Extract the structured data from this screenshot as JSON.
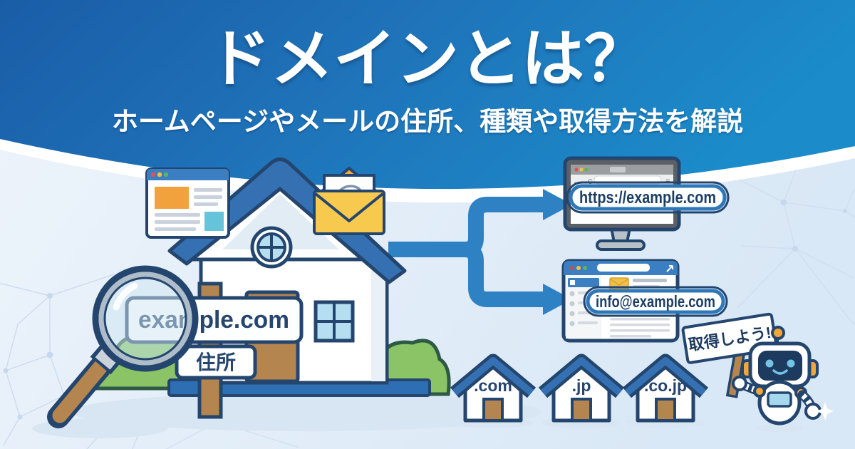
{
  "header": {
    "title": "ドメインとは？",
    "subtitle": "ホームページやメールの住所、種類や取得方法を解説"
  },
  "main_house": {
    "domain_sign": "example.com",
    "address_sign": "住所"
  },
  "browser_window": {
    "url_pill": "https://example.com",
    "nav_back": "←",
    "nav_forward": "→",
    "nav_reload": "C",
    "menu_icon": "≡"
  },
  "email_window": {
    "address_pill": "info@example.com"
  },
  "envelope": {
    "at_symbol": "@"
  },
  "domain_houses": [
    {
      "label": ".com"
    },
    {
      "label": ".jp"
    },
    {
      "label": ".co.jp"
    }
  ],
  "robot": {
    "sign_text": "取得しよう!"
  },
  "colors": {
    "header_gradient_start": "#1a5da7",
    "header_gradient_end": "#1b8bc9",
    "background": "#e7f0f9",
    "outline_navy": "#24466e",
    "arrow_blue": "#2e82c4",
    "roof_blue": "#3470b2",
    "accent_orange": "#f2a63c",
    "accent_yellow": "#f7c94e",
    "wood_brown": "#b5854f",
    "bush_green": "#8ac466",
    "pane_blue": "#a9d8ea",
    "text_navy": "#27466f"
  }
}
